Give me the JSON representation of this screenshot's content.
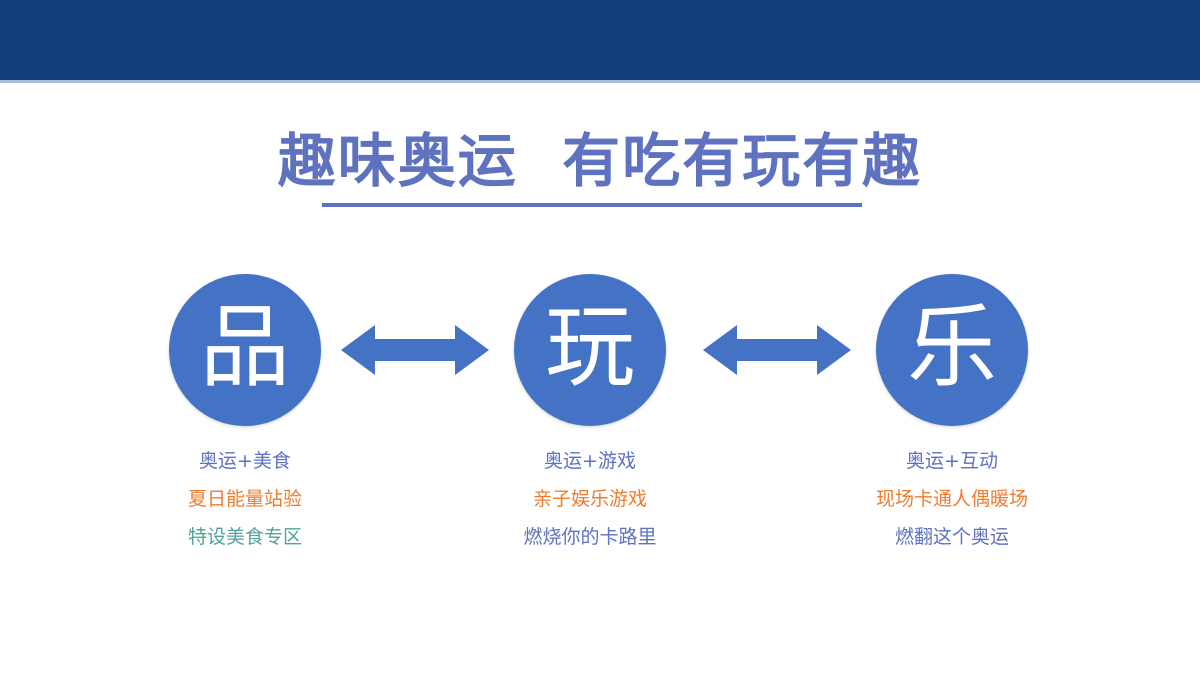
{
  "banner": {
    "color": "#123C7C",
    "rule_color": "#A8BCDD"
  },
  "title": {
    "text": "趣味奥运  有吃有玩有趣",
    "color": "#5E72BF",
    "underline_color": "#5E72BF"
  },
  "palette": {
    "node_blue": "#4472C4",
    "arrow_blue": "#4472C4",
    "periwinkle": "#5E72BF",
    "orange": "#ED7D31",
    "teal": "#4FA39B",
    "navy": "#123C7C"
  },
  "diagram": {
    "arrow_1_name": "double-arrow-pin-to-wan",
    "arrow_2_name": "double-arrow-wan-to-le",
    "nodes": [
      {
        "glyph": "品",
        "name": "node-pin"
      },
      {
        "glyph": "玩",
        "name": "node-wan"
      },
      {
        "glyph": "乐",
        "name": "node-le"
      }
    ]
  },
  "columns": [
    {
      "line1": "奥运+美食",
      "line2": "夏日能量站验",
      "line3": "特设美食专区",
      "line3_color": "teal"
    },
    {
      "line1": "奥运+游戏",
      "line2": "亲子娱乐游戏",
      "line3": "燃烧你的卡路里",
      "line3_color": "periwinkle"
    },
    {
      "line1": "奥运+互动",
      "line2": "现场卡通人偶暖场",
      "line3": "燃翻这个奥运",
      "line3_color": "periwinkle"
    }
  ]
}
